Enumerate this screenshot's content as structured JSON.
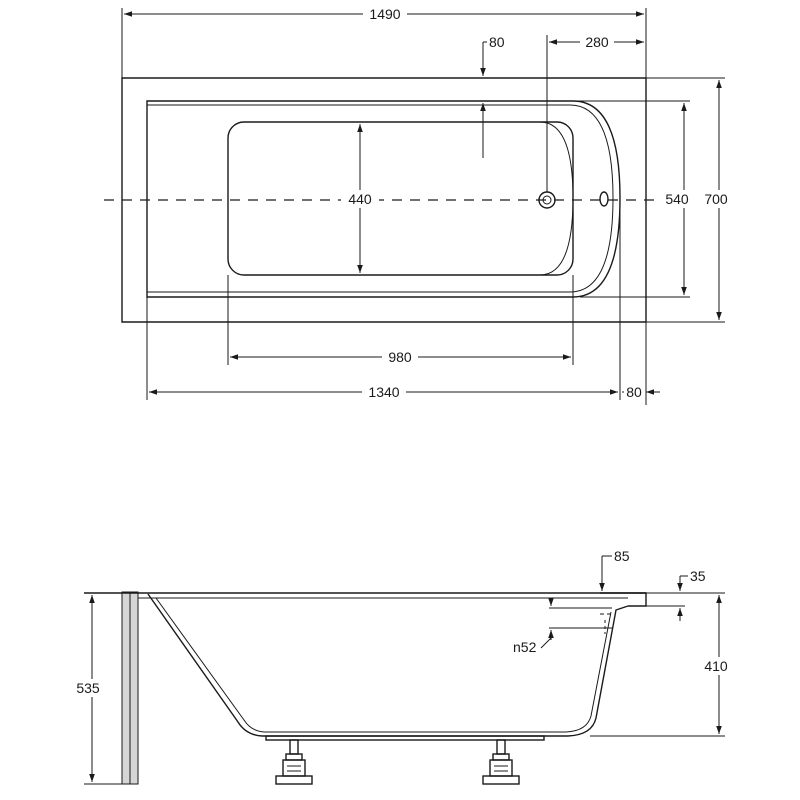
{
  "top_view": {
    "overall_length": "1490",
    "rim_width": "80",
    "drain_offset": "280",
    "inner_width_dim": "440",
    "basin_width": "540",
    "overall_width": "700",
    "basin_bottom_length": "980",
    "basin_length": "1340",
    "end_rim": "80"
  },
  "side_view": {
    "rim_depth": "85",
    "rim_thickness": "35",
    "overflow_diameter": "n52",
    "tub_depth": "410",
    "total_height": "535"
  },
  "colors": {
    "line": "#1a1a1a",
    "panel_fill": "#d6d6d6",
    "background": "#ffffff"
  }
}
